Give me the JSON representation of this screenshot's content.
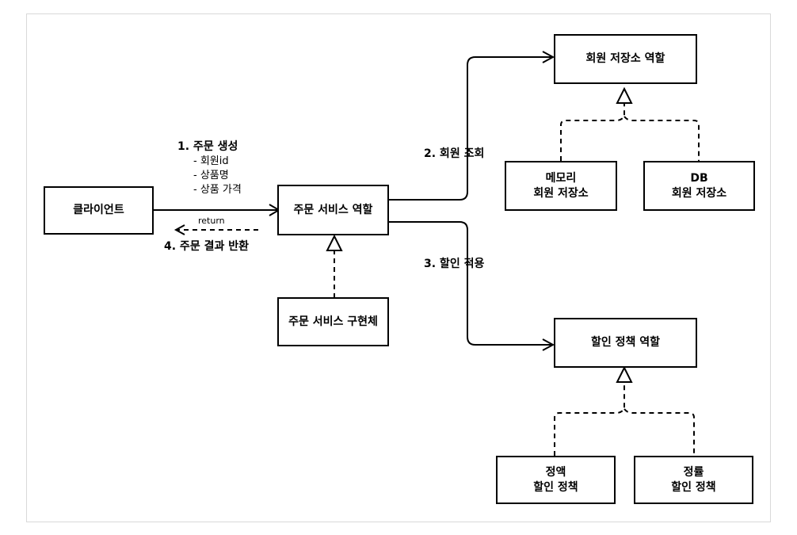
{
  "nodes": {
    "client": "클라이언트",
    "order_service_role": "주문 서비스 역할",
    "order_service_impl": "주문 서비스 구현체",
    "member_repo_role": "회원 저장소 역할",
    "memory_repo": {
      "line1": "메모리",
      "line2": "회원 저장소"
    },
    "db_repo": {
      "line1": "DB",
      "line2": "회원 저장소"
    },
    "discount_role": "할인 정책 역할",
    "fixed_discount": {
      "line1": "정액",
      "line2": "할인 정책"
    },
    "rate_discount": {
      "line1": "정률",
      "line2": "할인 정책"
    }
  },
  "labels": {
    "step1": "1. 주문 생성",
    "step1_items": [
      "- 회원id",
      "- 상품명",
      "- 상품 가격"
    ],
    "return": "return",
    "step4": "4. 주문 결과 반환",
    "step2": "2. 회원 조회",
    "step3": "3. 할인 적용"
  }
}
